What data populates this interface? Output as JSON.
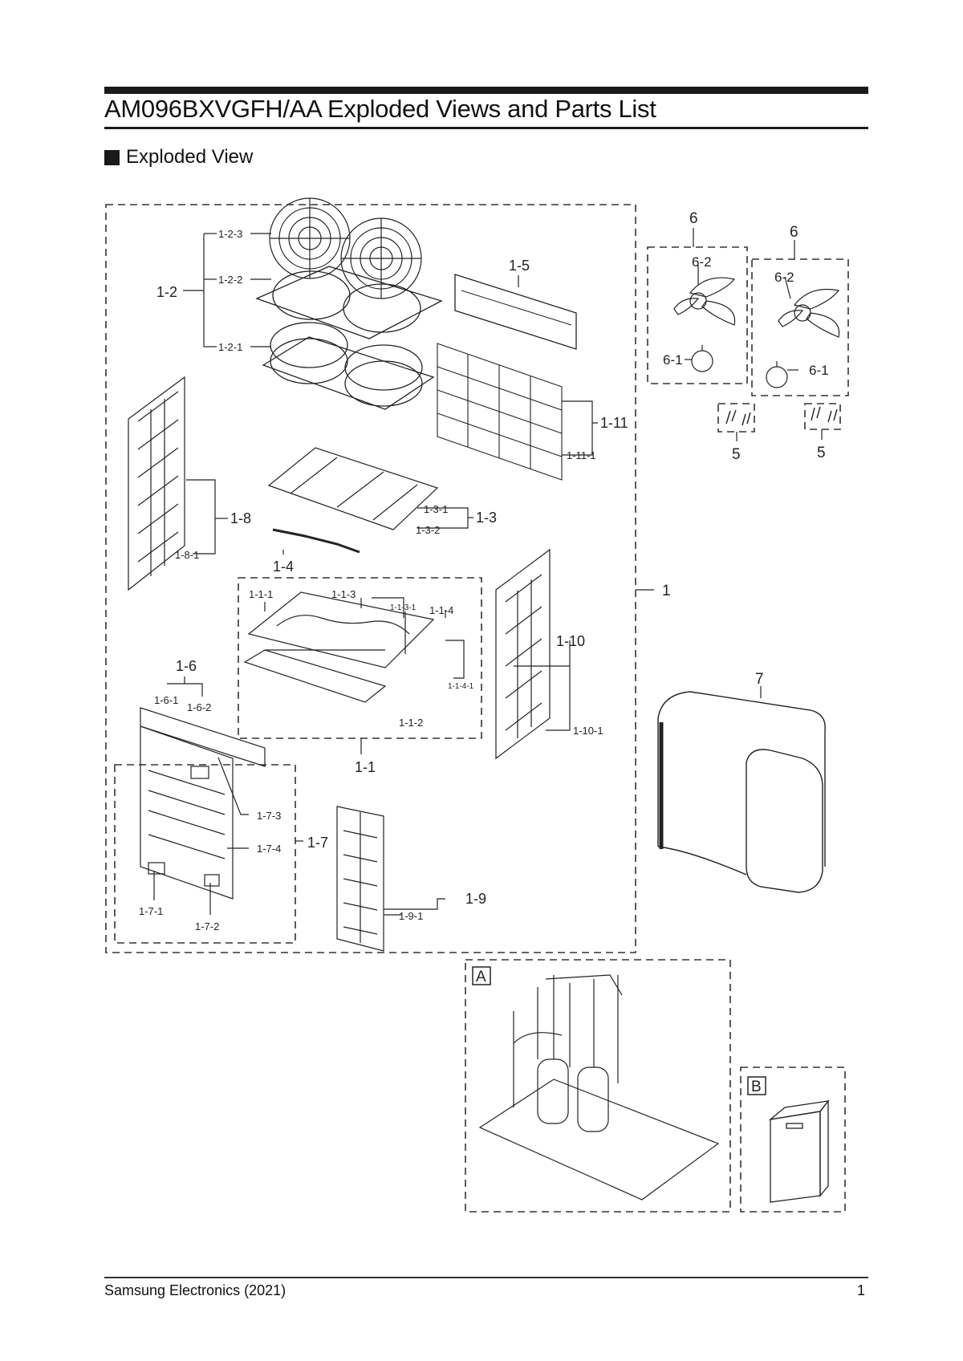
{
  "page": {
    "title": "AM096BXVGFH/AA Exploded Views and Parts List",
    "section_title": "Exploded View",
    "footer_left": "Samsung Electronics (2021)",
    "footer_right": "1"
  },
  "labels": {
    "p1": "1",
    "p1_1": "1-1",
    "p1_1_1": "1-1-1",
    "p1_1_2": "1-1-2",
    "p1_1_3": "1-1-3",
    "p1_1_3_1": "1-1-3-1",
    "p1_1_4": "1-1-4",
    "p1_1_4_1": "1-1-4-1",
    "p1_2": "1-2",
    "p1_2_1": "1-2-1",
    "p1_2_2": "1-2-2",
    "p1_2_3": "1-2-3",
    "p1_3": "1-3",
    "p1_3_1": "1-3-1",
    "p1_3_2": "1-3-2",
    "p1_4": "1-4",
    "p1_5": "1-5",
    "p1_6": "1-6",
    "p1_6_1": "1-6-1",
    "p1_6_2": "1-6-2",
    "p1_7": "1-7",
    "p1_7_1": "1-7-1",
    "p1_7_2": "1-7-2",
    "p1_7_3": "1-7-3",
    "p1_7_4": "1-7-4",
    "p1_8": "1-8",
    "p1_8_1": "1-8-1",
    "p1_9": "1-9",
    "p1_9_1": "1-9-1",
    "p1_10": "1-10",
    "p1_10_1": "1-10-1",
    "p1_11": "1-11",
    "p1_11_1": "1-11-1",
    "p5a": "5",
    "p5b": "5",
    "p6a": "6",
    "p6b": "6",
    "p6_1a": "6-1",
    "p6_1b": "6-1",
    "p6_2a": "6-2",
    "p6_2b": "6-2",
    "p7": "7",
    "boxA": "A",
    "boxB": "B"
  }
}
